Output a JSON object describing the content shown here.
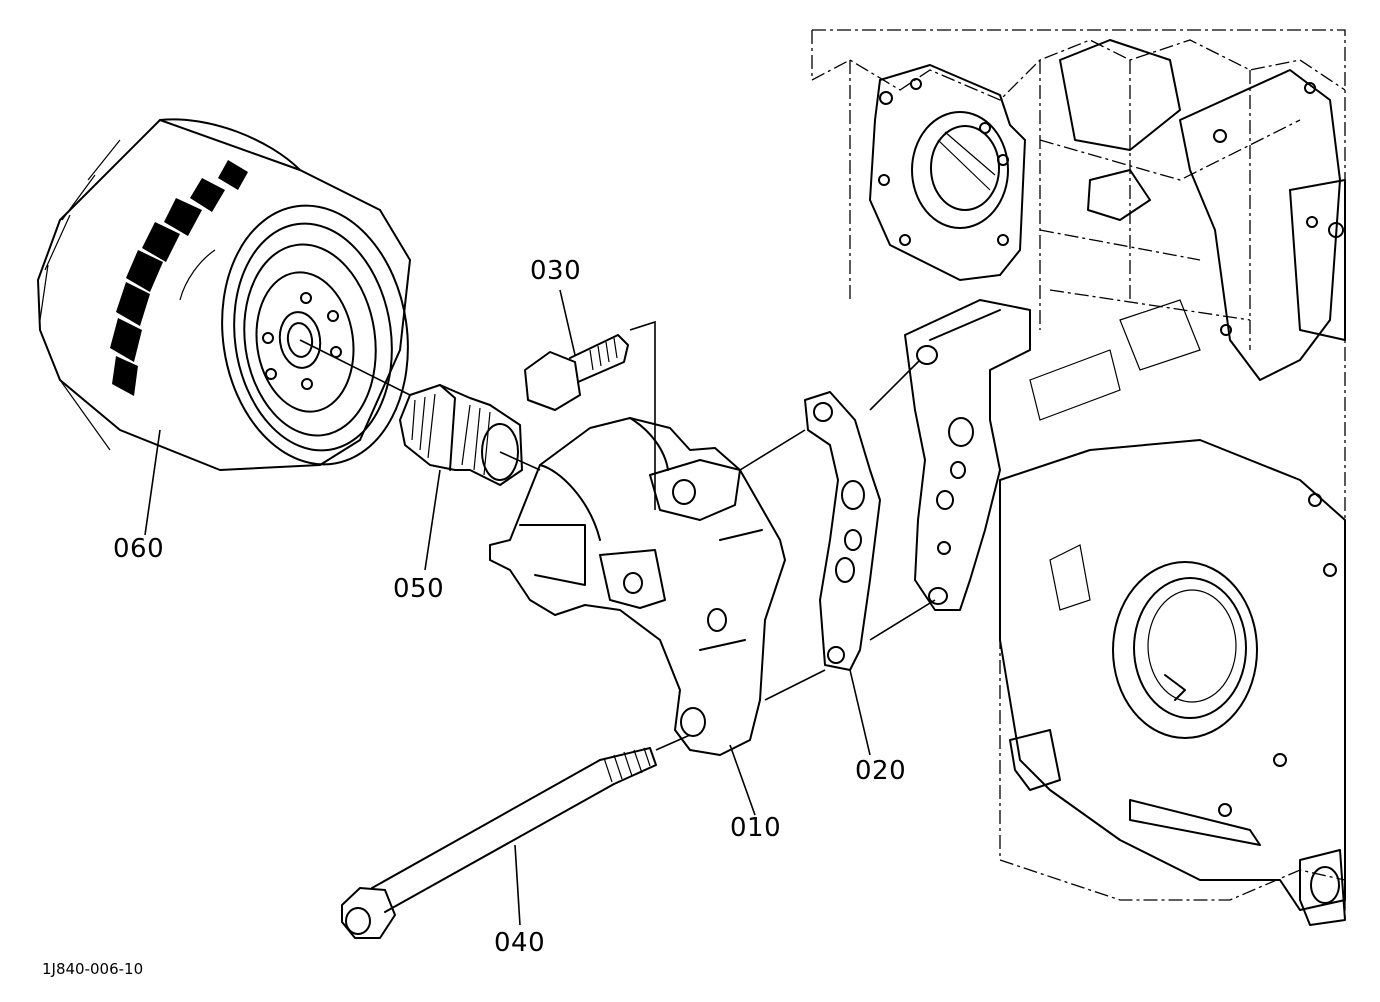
{
  "diagram": {
    "callouts": {
      "p010": "010",
      "p020": "020",
      "p030": "030",
      "p040": "040",
      "p050": "050",
      "p060": "060"
    },
    "reference_code": "1J840-006-10"
  }
}
